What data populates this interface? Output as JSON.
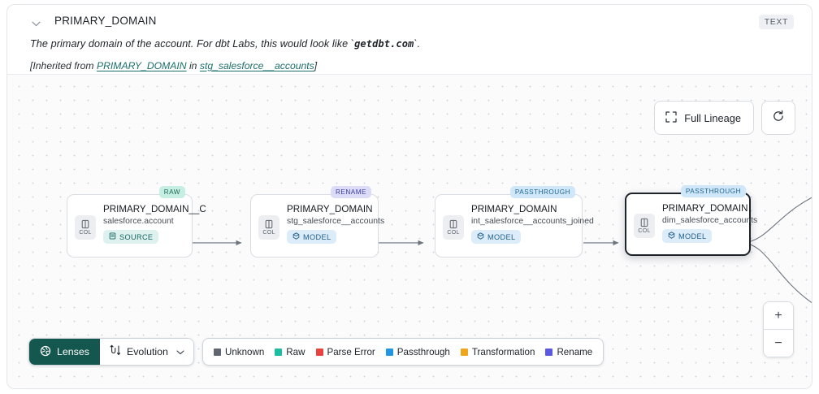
{
  "header": {
    "chevron_icon": "chevron-down-icon",
    "column_name": "PRIMARY_DOMAIN",
    "type_badge": "TEXT",
    "description_prefix": "The primary domain of the account. For dbt Labs, this would look like `",
    "description_code": "getdbt.com",
    "description_suffix": "`.",
    "inherited_prefix": "[Inherited from ",
    "inherited_link": "PRIMARY_DOMAIN",
    "inherited_middle": " in ",
    "inherited_source": "stg_salesforce__accounts",
    "inherited_suffix": "]"
  },
  "toolbar": {
    "full_lineage_label": "Full Lineage",
    "full_lineage_icon": "expand-corners-icon",
    "refresh_icon": "refresh-icon"
  },
  "lineage": {
    "col_chip_label": "COL",
    "col_chip_icon": "column-icon",
    "nodes": [
      {
        "tag": "RAW",
        "tag_kind": "raw",
        "title": "PRIMARY_DOMAIN__C",
        "subtitle": "salesforce.account",
        "pill_label": "SOURCE",
        "pill_kind": "source",
        "pill_icon": "database-icon",
        "selected": false
      },
      {
        "tag": "RENAME",
        "tag_kind": "rename",
        "title": "PRIMARY_DOMAIN",
        "subtitle": "stg_salesforce__accounts",
        "pill_label": "MODEL",
        "pill_kind": "model",
        "pill_icon": "cube-icon",
        "selected": false
      },
      {
        "tag": "PASSTHROUGH",
        "tag_kind": "passthrough",
        "title": "PRIMARY_DOMAIN",
        "subtitle": "int_salesforce__accounts_joined",
        "pill_label": "MODEL",
        "pill_kind": "model",
        "pill_icon": "cube-icon",
        "selected": false
      },
      {
        "tag": "PASSTHROUGH",
        "tag_kind": "passthrough",
        "title": "PRIMARY_DOMAIN",
        "subtitle": "dim_salesforce_accounts",
        "pill_label": "MODEL",
        "pill_kind": "model",
        "pill_icon": "cube-icon",
        "selected": true
      }
    ]
  },
  "controls": {
    "lenses_label": "Lenses",
    "lenses_icon": "aperture-icon",
    "evolution_label": "Evolution",
    "evolution_icon": "flow-icon",
    "evolution_chevron_icon": "chevron-down-icon",
    "zoom_in_label": "+",
    "zoom_out_label": "−"
  },
  "legend": {
    "items": [
      {
        "label": "Unknown",
        "color": "#5f6670"
      },
      {
        "label": "Raw",
        "color": "#1cbda0"
      },
      {
        "label": "Parse Error",
        "color": "#e8433f"
      },
      {
        "label": "Passthrough",
        "color": "#2196e3"
      },
      {
        "label": "Transformation",
        "color": "#f0a51e"
      },
      {
        "label": "Rename",
        "color": "#5a59e0"
      }
    ]
  }
}
